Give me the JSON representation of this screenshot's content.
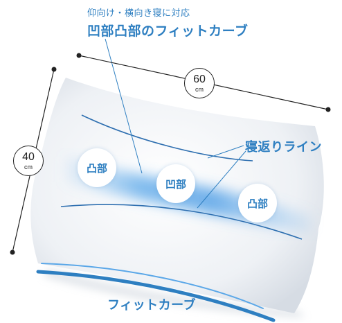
{
  "labels": {
    "subtitle": "仰向け・横向き寝に対応",
    "headline": "凹部凸部のフィットカーブ",
    "rollover_line": "寝返りライン",
    "fit_curve": "フィットカーブ"
  },
  "badges": {
    "convex_left": "凸部",
    "concave_center": "凹部",
    "convex_right": "凸部"
  },
  "dimensions": {
    "width_value": "60",
    "width_unit": "cm",
    "height_value": "40",
    "height_unit": "cm"
  },
  "colors": {
    "accent": "#2e7fc1",
    "glow": "#5aa7e8",
    "pillow": "#eef1f5"
  }
}
